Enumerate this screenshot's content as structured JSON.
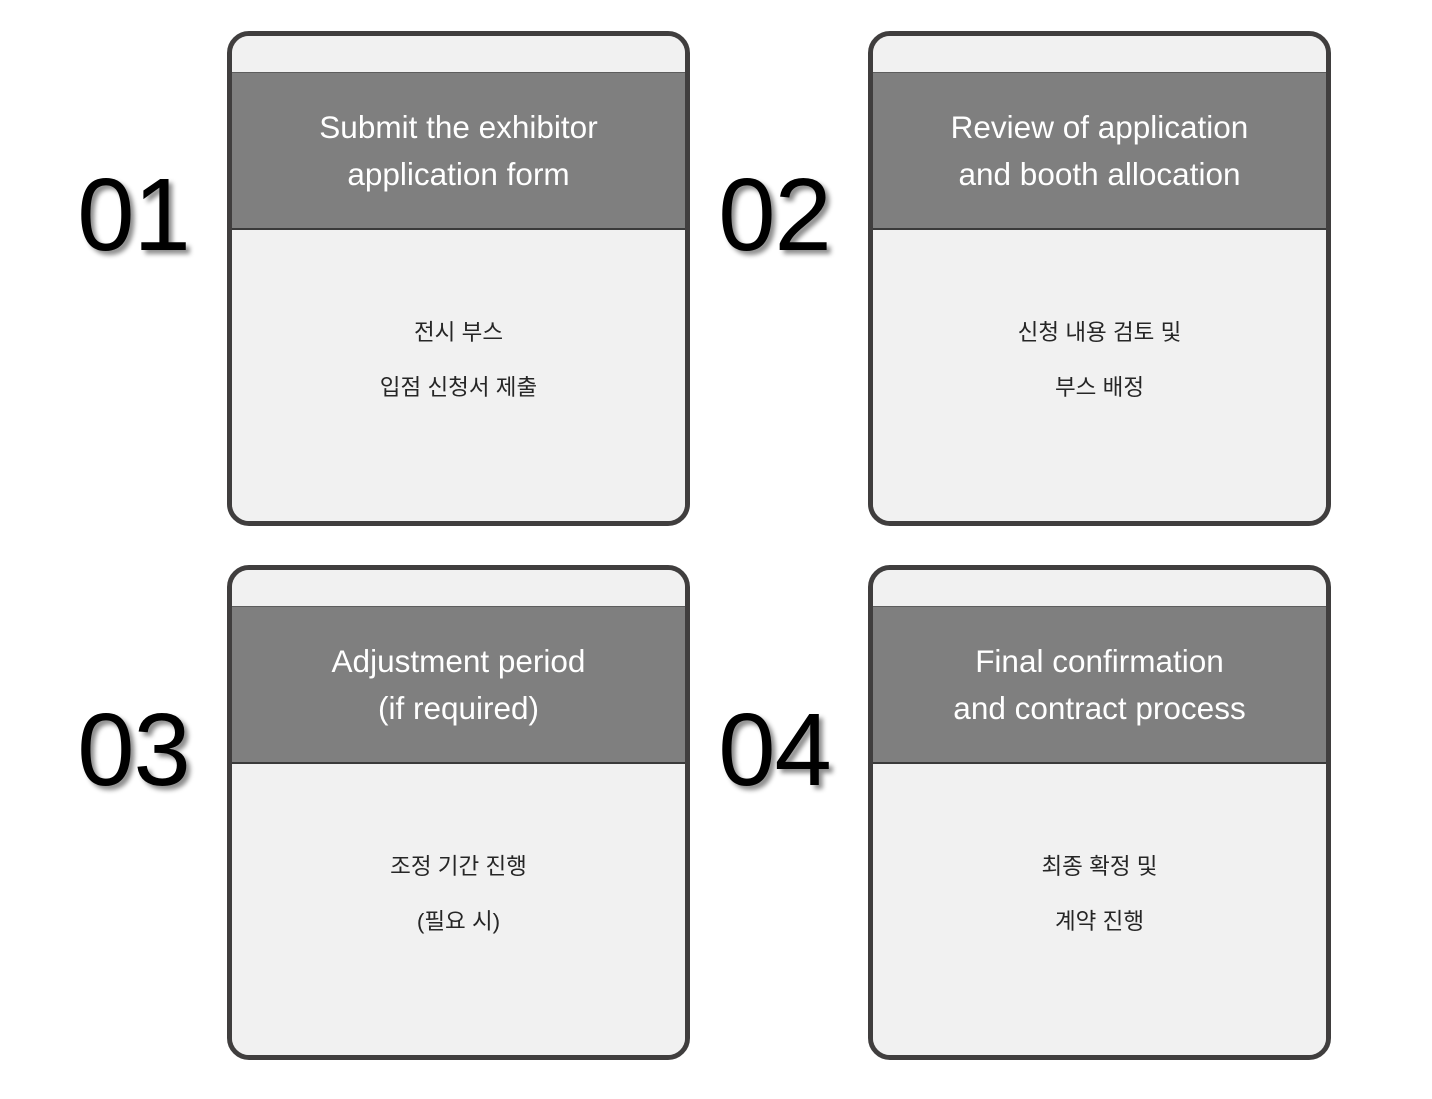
{
  "theme": {
    "page_background": "#ffffff",
    "card_fill": "#f1f1f1",
    "card_border": "#403e3e",
    "header_band": "#7f7f7f",
    "header_text": "#ffffff",
    "body_text": "#262626",
    "number_color": "#000000"
  },
  "diagram": {
    "type": "process-steps",
    "layout": "2x2-grid",
    "step_count": 4
  },
  "steps": [
    {
      "number": "01",
      "title_en": "Submit the exhibitor\napplication form",
      "body_ko_line1": "전시 부스",
      "body_ko_line2": "입점 신청서 제출"
    },
    {
      "number": "02",
      "title_en": "Review of application\nand booth allocation",
      "body_ko_line1": "신청 내용 검토 및",
      "body_ko_line2": "부스 배정"
    },
    {
      "number": "03",
      "title_en": "Adjustment period\n(if required)",
      "body_ko_line1": "조정 기간 진행",
      "body_ko_line2": "(필요 시)"
    },
    {
      "number": "04",
      "title_en": "Final confirmation\nand contract process",
      "body_ko_line1": "최종 확정 및",
      "body_ko_line2": "계약 진행"
    }
  ]
}
